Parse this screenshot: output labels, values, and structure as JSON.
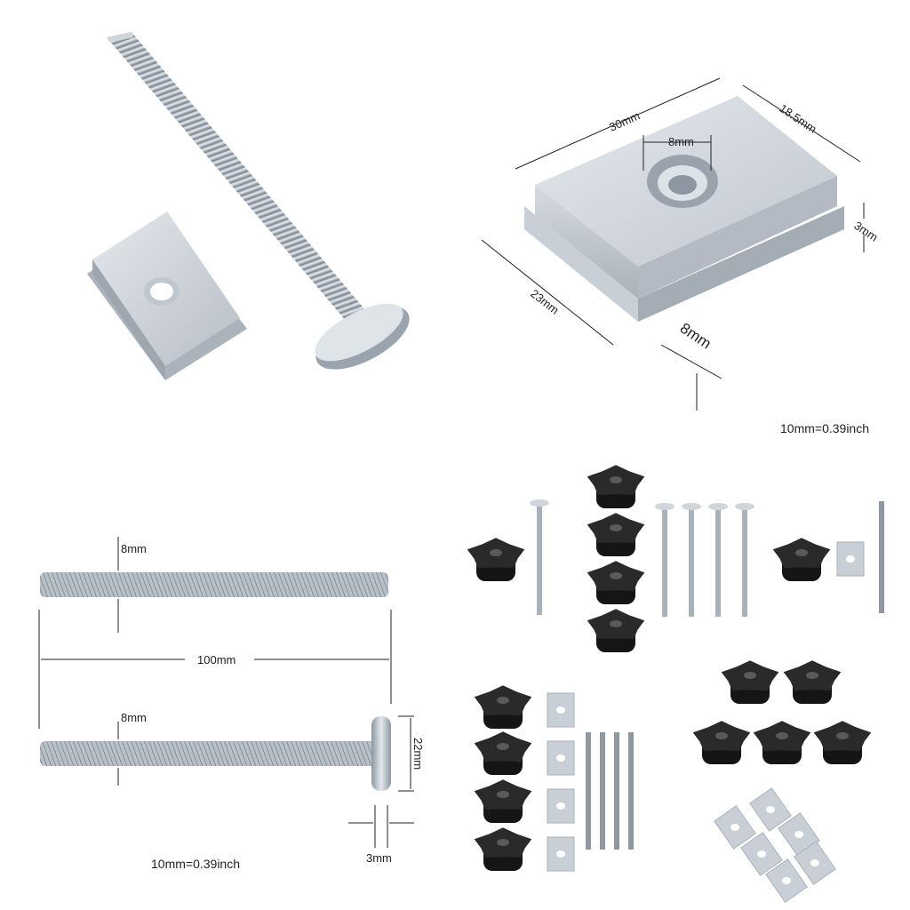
{
  "panels": {
    "block_dims": {
      "length": "30mm",
      "width": "18.5mm",
      "hole": "8mm",
      "depth": "23mm",
      "flange": "3mm",
      "height": "8mm",
      "conversion": "10mm=0.39inch"
    },
    "bolt_dims": {
      "thread_top": "8mm",
      "length": "100mm",
      "thread_bottom": "8mm",
      "head": "22mm",
      "head_thickness": "3mm",
      "conversion": "10mm=0.39inch"
    }
  },
  "colors": {
    "aluminum": "#c9cfd6",
    "steel": "#a9b2bc",
    "knob": "#151515"
  }
}
